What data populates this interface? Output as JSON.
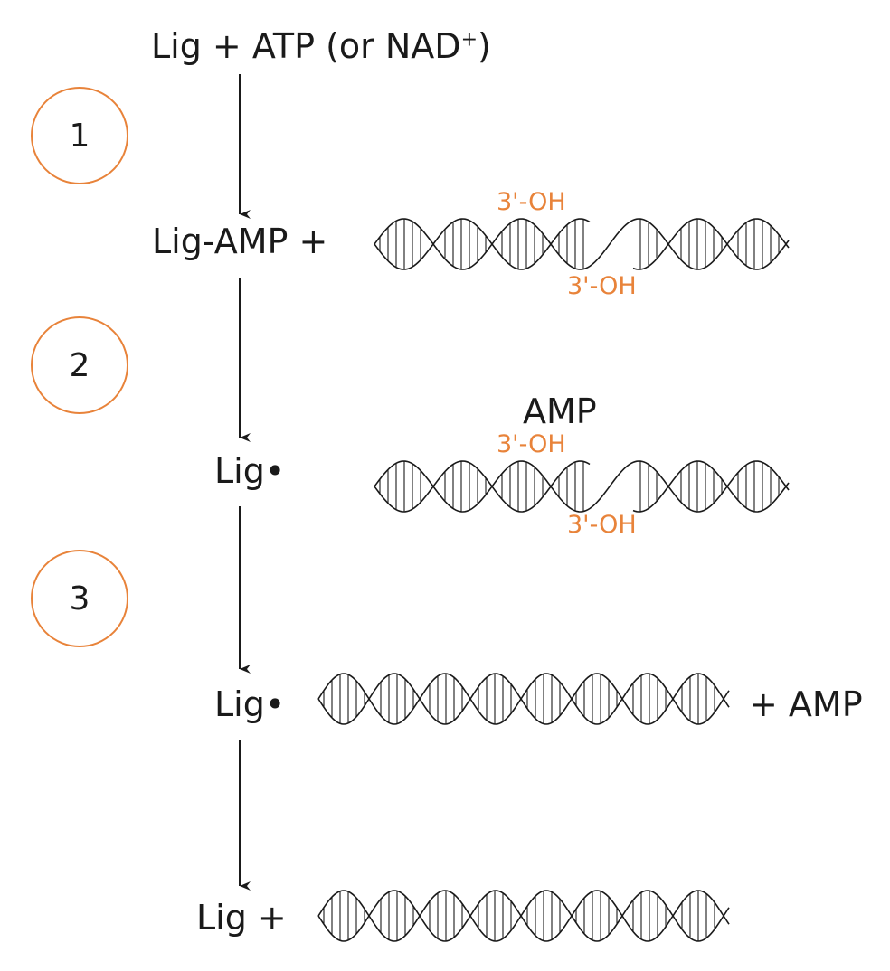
{
  "diagram": {
    "reactants": "Lig + ATP (or NAD",
    "reactants_sup": "+",
    "reactants_close": ")",
    "lig_amp": "Lig-AMP +",
    "lig_dot_1": "Lig•",
    "lig_dot_2": "Lig•",
    "lig_plus": "Lig +",
    "amp_label": "AMP",
    "plus_amp": "+ AMP",
    "oh_1a": "3'-OH",
    "oh_1b": "3'-OH",
    "oh_2a": "3'-OH",
    "oh_2b": "3'-OH",
    "steps": [
      "1",
      "2",
      "3"
    ],
    "colors": {
      "accent": "#e8833a",
      "ink": "#1a1a1a"
    }
  }
}
